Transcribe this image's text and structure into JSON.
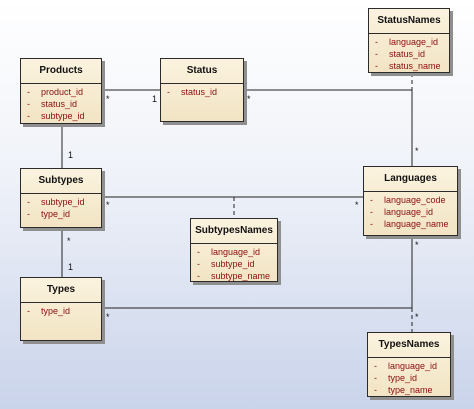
{
  "entities": {
    "products": {
      "name": "Products",
      "attributes": [
        "product_id",
        "status_id",
        "subtype_id"
      ]
    },
    "status": {
      "name": "Status",
      "attributes": [
        "status_id"
      ]
    },
    "statusnames": {
      "name": "StatusNames",
      "attributes": [
        "language_id",
        "status_id",
        "status_name"
      ]
    },
    "subtypes": {
      "name": "Subtypes",
      "attributes": [
        "subtype_id",
        "type_id"
      ]
    },
    "languages": {
      "name": "Languages",
      "attributes": [
        "language_code",
        "language_id",
        "language_name"
      ]
    },
    "subtypesnames": {
      "name": "SubtypesNames",
      "attributes": [
        "language_id",
        "subtype_id",
        "subtype_name"
      ]
    },
    "types": {
      "name": "Types",
      "attributes": [
        "type_id"
      ]
    },
    "typesnames": {
      "name": "TypesNames",
      "attributes": [
        "language_id",
        "type_id",
        "type_name"
      ]
    }
  },
  "multiplicities": {
    "prod_status_products_end": "*",
    "prod_status_status_end": "1",
    "status_languages_status_end": "*",
    "statusnames_end": "*",
    "products_subtypes_subtypes_end": "1",
    "subtypes_languages_subtypes_end": "*",
    "subtypes_languages_languages_end": "*",
    "subtypes_types_subtypes_end": "*",
    "subtypes_types_types_end": "1",
    "types_languages_types_end": "*",
    "languages_typesnames_languages_end": "*",
    "typesnames_end": "*"
  }
}
